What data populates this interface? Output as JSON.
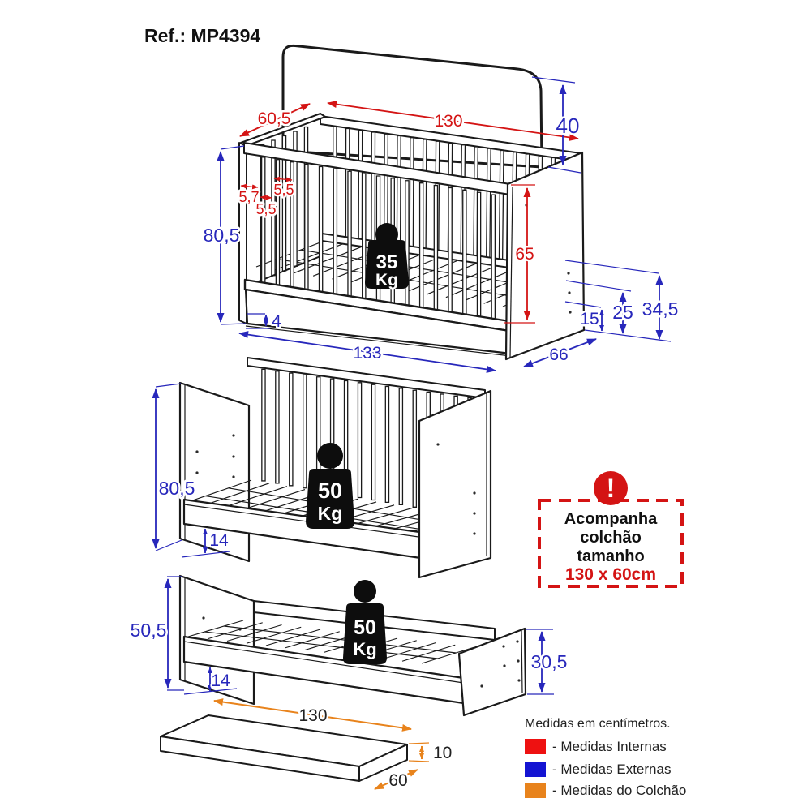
{
  "title": "Ref.: MP4394",
  "views": {
    "crib_assembled": {
      "weight_capacity": {
        "value": "35",
        "unit": "Kg"
      },
      "dims": {
        "top_depth": "60,5",
        "top_length": "130",
        "headboard_height": "40",
        "total_height": "80,5",
        "slat_gap_a": "5,7",
        "slat_gap_b": "5,5",
        "slat_gap_c": "5,5",
        "side_inner_height": "65",
        "base_gap": "4",
        "total_length": "133",
        "total_depth": "66",
        "foot_height_1": "15",
        "foot_height_2": "25",
        "foot_height_3": "34,5"
      }
    },
    "crib_open": {
      "weight_capacity": {
        "value": "50",
        "unit": "Kg"
      },
      "dims": {
        "total_height": "80,5",
        "base_thickness": "14"
      }
    },
    "bed": {
      "weight_capacity": {
        "value": "50",
        "unit": "Kg"
      },
      "dims": {
        "headboard_height": "50,5",
        "base_thickness": "14",
        "footboard_height": "30,5",
        "length": "130"
      }
    },
    "mattress": {
      "dims": {
        "length": "130",
        "thickness": "10",
        "width": "60"
      }
    }
  },
  "callout": {
    "lines": [
      "Acompanha",
      "colchão",
      "tamanho"
    ],
    "size": "130 x 60cm",
    "icon": "exclamation-mark"
  },
  "legend": {
    "title": "Medidas em centímetros.",
    "items": [
      {
        "label": "- Medidas Internas",
        "color": "#ee1111"
      },
      {
        "label": "- Medidas Externas",
        "color": "#1414d2"
      },
      {
        "label": "- Medidas do Colchão",
        "color": "#e8831c"
      }
    ]
  }
}
